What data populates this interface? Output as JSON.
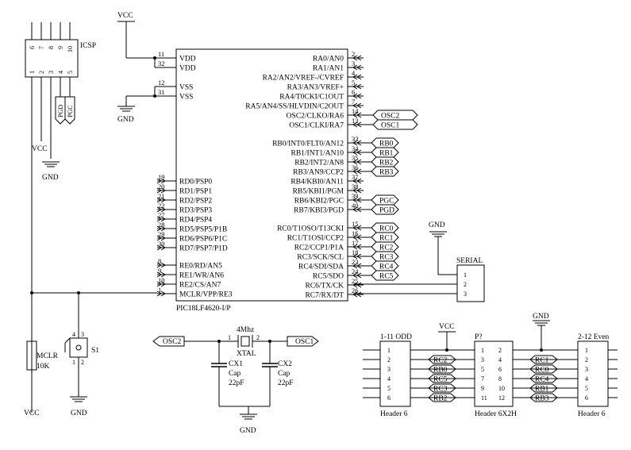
{
  "mcu": {
    "part": "PIC18LF4620-I/P",
    "left_pins": [
      {
        "num": "11",
        "name": "VDD"
      },
      {
        "num": "32",
        "name": "VDD"
      },
      {
        "num": "12",
        "name": "VSS"
      },
      {
        "num": "31",
        "name": "VSS"
      },
      {
        "num": "19",
        "name": "RD0/PSP0"
      },
      {
        "num": "20",
        "name": "RD1/PSP1"
      },
      {
        "num": "21",
        "name": "RD2/PSP2"
      },
      {
        "num": "22",
        "name": "RD3/PSP3"
      },
      {
        "num": "27",
        "name": "RD4/PSP4"
      },
      {
        "num": "28",
        "name": "RD5/PSP5/P1B"
      },
      {
        "num": "29",
        "name": "RD6/PSP6/P1C"
      },
      {
        "num": "30",
        "name": "RD7/PSP7/P1D"
      },
      {
        "num": "8",
        "name": "RE0/RD/AN5"
      },
      {
        "num": "9",
        "name": "RE1/WR/AN6"
      },
      {
        "num": "10",
        "name": "RE2/CS/AN7"
      },
      {
        "num": "1",
        "name": "MCLR/VPP/RE3"
      }
    ],
    "right_pins": [
      {
        "num": "2",
        "name": "RA0/AN0"
      },
      {
        "num": "3",
        "name": "RA1/AN1"
      },
      {
        "num": "4",
        "name": "RA2/AN2/VREF-/CVREF"
      },
      {
        "num": "5",
        "name": "RA3/AN3/VREF+"
      },
      {
        "num": "6",
        "name": "RA4/T0CKI/C1OUT"
      },
      {
        "num": "7",
        "name": "RA5/AN4/SS/HLVDIN/C2OUT"
      },
      {
        "num": "14",
        "name": "OSC2/CLKO/RA6"
      },
      {
        "num": "13",
        "name": "OSC1/CLKI/RA7"
      },
      {
        "num": "33",
        "name": "RB0/INT0/FLT0/AN12"
      },
      {
        "num": "34",
        "name": "RB1/INT1/AN10"
      },
      {
        "num": "35",
        "name": "RB2/INT2/AN8"
      },
      {
        "num": "36",
        "name": "RB3/AN9/CCP2"
      },
      {
        "num": "37",
        "name": "RB4/KBI0/AN11"
      },
      {
        "num": "38",
        "name": "RB5/KBI1/PGM"
      },
      {
        "num": "39",
        "name": "RB6/KBI2/PGC"
      },
      {
        "num": "40",
        "name": "RB7/KBI3/PGD"
      },
      {
        "num": "15",
        "name": "RC0/T1OSO/T13CKI"
      },
      {
        "num": "16",
        "name": "RC1/T1OSI/CCP2"
      },
      {
        "num": "17",
        "name": "RC2/CCP1/P1A"
      },
      {
        "num": "18",
        "name": "RC3/SCK/SCL"
      },
      {
        "num": "23",
        "name": "RC4/SDI/SDA"
      },
      {
        "num": "24",
        "name": "RC5/SDO"
      },
      {
        "num": "25",
        "name": "RC6/TX/CK"
      },
      {
        "num": "26",
        "name": "RC7/RX/DT"
      }
    ]
  },
  "net_tags": {
    "osc": [
      "OSC2",
      "OSC1"
    ],
    "rb": [
      "RB0",
      "RB1",
      "RB2",
      "RB3"
    ],
    "pg": [
      "PGC",
      "PGD"
    ],
    "rc": [
      "RC0",
      "RC1",
      "RC2",
      "RC3",
      "RC4",
      "RC5"
    ]
  },
  "power": {
    "vcc": "VCC",
    "gnd": "GND"
  },
  "icsp": {
    "label": "ICSP",
    "pins": [
      "6",
      "7",
      "8",
      "9",
      "10"
    ],
    "pins_low": [
      "1",
      "2",
      "3",
      "4",
      "5"
    ],
    "tags": [
      "PGD",
      "PGC"
    ]
  },
  "serial": {
    "label": "SERIAL",
    "pins": [
      "1",
      "2",
      "3"
    ]
  },
  "reset": {
    "res_ref": "MCLR",
    "res_val": "10K",
    "sw_ref": "S1",
    "sw_pins": [
      "1",
      "2",
      "3",
      "4"
    ]
  },
  "crystal": {
    "freq": "4Mhz",
    "ref": "XTAL",
    "pin1": "1",
    "pin2": "2",
    "osc_left": "OSC2",
    "osc_right": "OSC1",
    "cap1": {
      "ref": "CX1",
      "type": "Cap",
      "val": "22pF"
    },
    "cap2": {
      "ref": "CX2",
      "type": "Cap",
      "val": "22pF"
    }
  },
  "headers": {
    "left": {
      "title": "1-11 ODD",
      "pins": [
        "1",
        "2",
        "3",
        "4",
        "5",
        "6"
      ],
      "footer": "Header 6"
    },
    "right": {
      "title": "2-12 Even",
      "pins": [
        "1",
        "2",
        "3",
        "4",
        "5",
        "6"
      ],
      "footer": "Header 6"
    },
    "mid": {
      "ref": "P?",
      "left_pins": [
        "1",
        "3",
        "5",
        "7",
        "9",
        "11"
      ],
      "right_pins": [
        "2",
        "4",
        "6",
        "8",
        "10",
        "12"
      ],
      "footer": "Header 6X2H"
    },
    "left_tags": [
      "RC2",
      "RB0",
      "RC5",
      "RC3",
      "RB2"
    ],
    "right_tags": [
      "RC1",
      "RC0",
      "RC4",
      "RB1",
      "RB3"
    ]
  }
}
